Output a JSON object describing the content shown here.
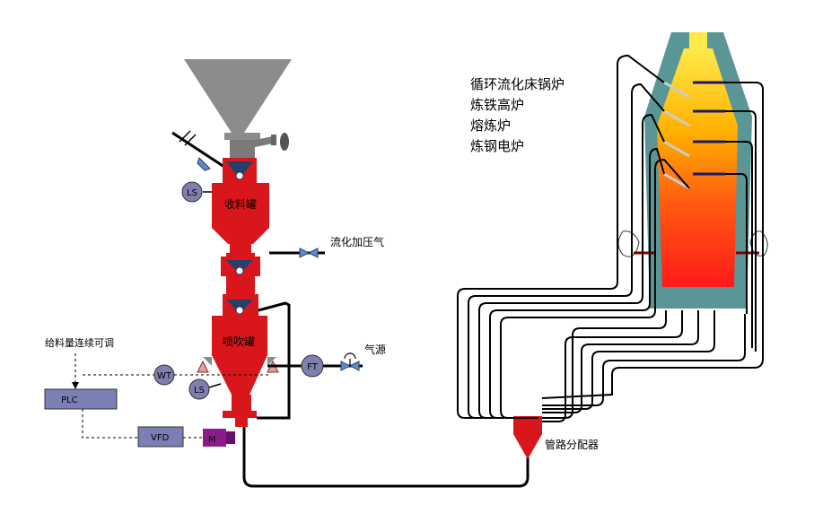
{
  "applications": [
    "循环流化床锅炉",
    "炼铁高炉",
    "熔炼炉",
    "炼钢电炉"
  ],
  "labels": {
    "receiver_tank": "收料罐",
    "blow_tank": "喷吹罐",
    "fluidizing_air": "流化加压气",
    "gas_source": "气源",
    "distributor": "管路分配器",
    "continuous_adjust": "给料量连续可调"
  },
  "instruments": {
    "ls_top": "LS",
    "ls_bottom": "LS",
    "wt": "WT",
    "ft": "FT",
    "plc": "PLC",
    "vfd": "VFD",
    "motor": "M"
  },
  "colors": {
    "vessel_red": "#d8161b",
    "valve_blue": "#27406a",
    "hopper_gray": "#8c8c8c",
    "furnace_shell": "#5b9696",
    "instrument_fill": "#7f7fb0",
    "box_fill": "#7b7fb4",
    "motor_purple": "#8a1c8a"
  }
}
